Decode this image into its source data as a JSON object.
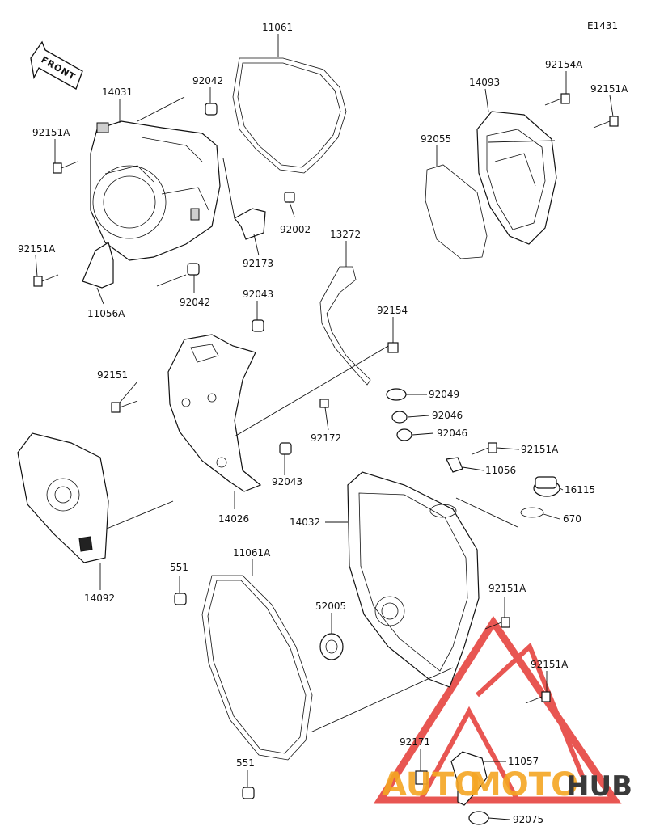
{
  "diagram_code": "E1431",
  "front_label": "FRONT",
  "watermark": {
    "part1": "AUTO",
    "part2": "MOTO",
    "part3": "HUB",
    "color_orange": "#f5a623",
    "color_red": "#d9534f",
    "color_dark": "#3a3a3a"
  },
  "labels": {
    "p11061": "11061",
    "p14031": "14031",
    "p92042a": "92042",
    "p92151a_1": "92151A",
    "p92002": "92002",
    "p92173": "92173",
    "p92151a_2": "92151A",
    "p11056a": "11056A",
    "p92042b": "92042",
    "p14093": "14093",
    "p92154a": "92154A",
    "p92151a_3": "92151A",
    "p92055": "92055",
    "p13272": "13272",
    "p92043a": "92043",
    "p92154": "92154",
    "p92151": "92151",
    "p92049": "92049",
    "p92046a": "92046",
    "p92046b": "92046",
    "p92172": "92172",
    "p92151a_4": "92151A",
    "p11056": "11056",
    "p92043b": "92043",
    "p16115": "16115",
    "p14026": "14026",
    "p14032": "14032",
    "p670": "670",
    "p14092": "14092",
    "p551a": "551",
    "p11061a": "11061A",
    "p92151a_5": "92151A",
    "p52005": "52005",
    "p92151a_6": "92151A",
    "p551b": "551",
    "p92171": "92171",
    "p11057": "11057",
    "p92075": "92075"
  }
}
